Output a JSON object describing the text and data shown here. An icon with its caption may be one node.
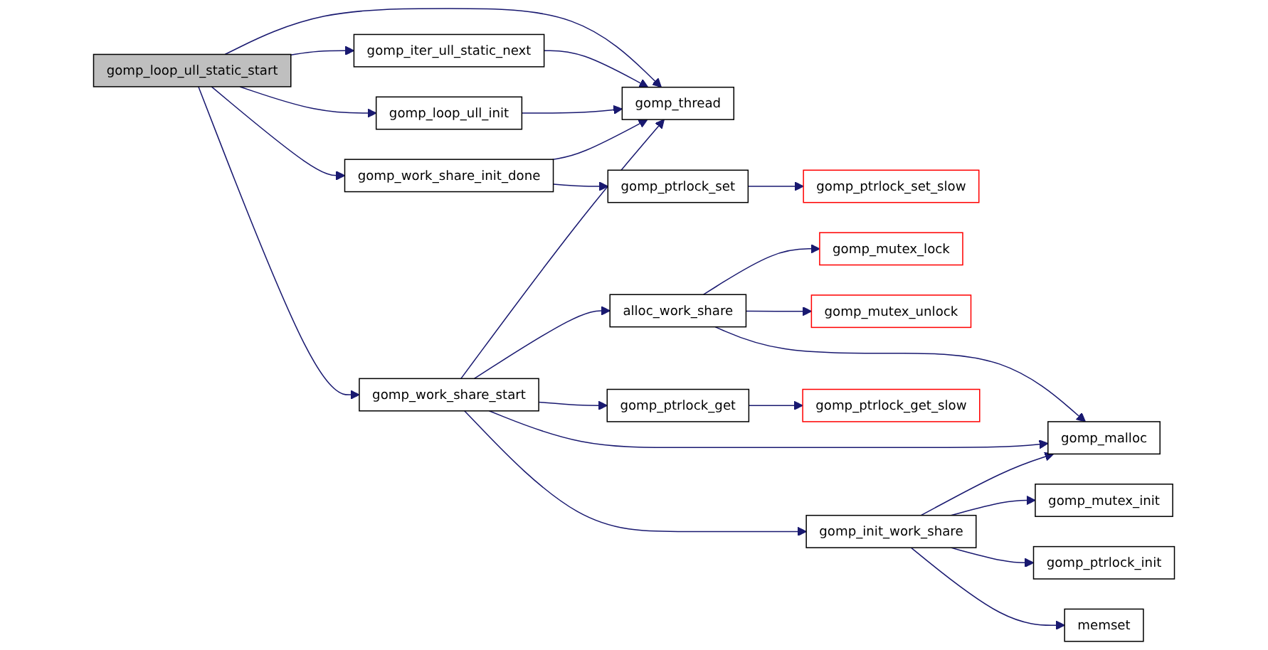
{
  "diagram": {
    "nodes": [
      {
        "text": [
          "gomp_loop_ull_static_start"
        ]
      },
      {
        "text": [
          "gomp_iter_ull_static_next"
        ]
      },
      {
        "text": [
          "gomp_thread"
        ]
      },
      {
        "text": [
          "gomp_loop_ull_init"
        ]
      },
      {
        "text": [
          "gomp_work_share_init_done"
        ]
      },
      {
        "text": [
          "gomp_ptrlock_set"
        ]
      },
      {
        "text": [
          "gomp_ptrlock_set_slow"
        ]
      },
      {
        "text": [
          "gomp_work_share_start"
        ]
      },
      {
        "text": [
          "alloc_work_share"
        ]
      },
      {
        "text": [
          "gomp_mutex_lock"
        ]
      },
      {
        "text": [
          "gomp_mutex_unlock"
        ]
      },
      {
        "text": [
          "gomp_ptrlock_get"
        ]
      },
      {
        "text": [
          "gomp_ptrlock_get_slow"
        ]
      },
      {
        "text": [
          "gomp_malloc"
        ]
      },
      {
        "text": [
          "gomp_init_work_share"
        ]
      },
      {
        "text": [
          "gomp_mutex_init"
        ]
      },
      {
        "text": [
          "gomp_ptrlock_init"
        ]
      },
      {
        "text": [
          "memset"
        ]
      }
    ],
    "edges": [
      {
        "from": 0,
        "to": 2,
        "arrow": "to"
      },
      {
        "from": 0,
        "to": 1,
        "arrow": "to"
      },
      {
        "from": 0,
        "to": 3,
        "arrow": "to"
      },
      {
        "from": 0,
        "to": 4,
        "arrow": "to"
      },
      {
        "from": 0,
        "to": 7,
        "arrow": "to"
      },
      {
        "from": 1,
        "to": 2,
        "arrow": "to"
      },
      {
        "from": 3,
        "to": 2,
        "arrow": "to"
      },
      {
        "from": 4,
        "to": 2,
        "arrow": "to"
      },
      {
        "from": 4,
        "to": 5,
        "arrow": "to"
      },
      {
        "from": 5,
        "to": 6,
        "arrow": "to"
      },
      {
        "from": 7,
        "to": 2,
        "arrow": "to"
      },
      {
        "from": 7,
        "to": 8,
        "arrow": "to"
      },
      {
        "from": 7,
        "to": 11,
        "arrow": "to"
      },
      {
        "from": 7,
        "to": 13,
        "arrow": "to"
      },
      {
        "from": 7,
        "to": 14,
        "arrow": "to"
      },
      {
        "from": 8,
        "to": 9,
        "arrow": "to"
      },
      {
        "from": 8,
        "to": 10,
        "arrow": "to"
      },
      {
        "from": 8,
        "to": 13,
        "arrow": "to"
      },
      {
        "from": 11,
        "to": 12,
        "arrow": "to"
      },
      {
        "from": 14,
        "to": 13,
        "arrow": "to"
      },
      {
        "from": 14,
        "to": 15,
        "arrow": "to"
      },
      {
        "from": 14,
        "to": 16,
        "arrow": "to"
      },
      {
        "from": 14,
        "to": 17,
        "arrow": "to"
      }
    ]
  }
}
